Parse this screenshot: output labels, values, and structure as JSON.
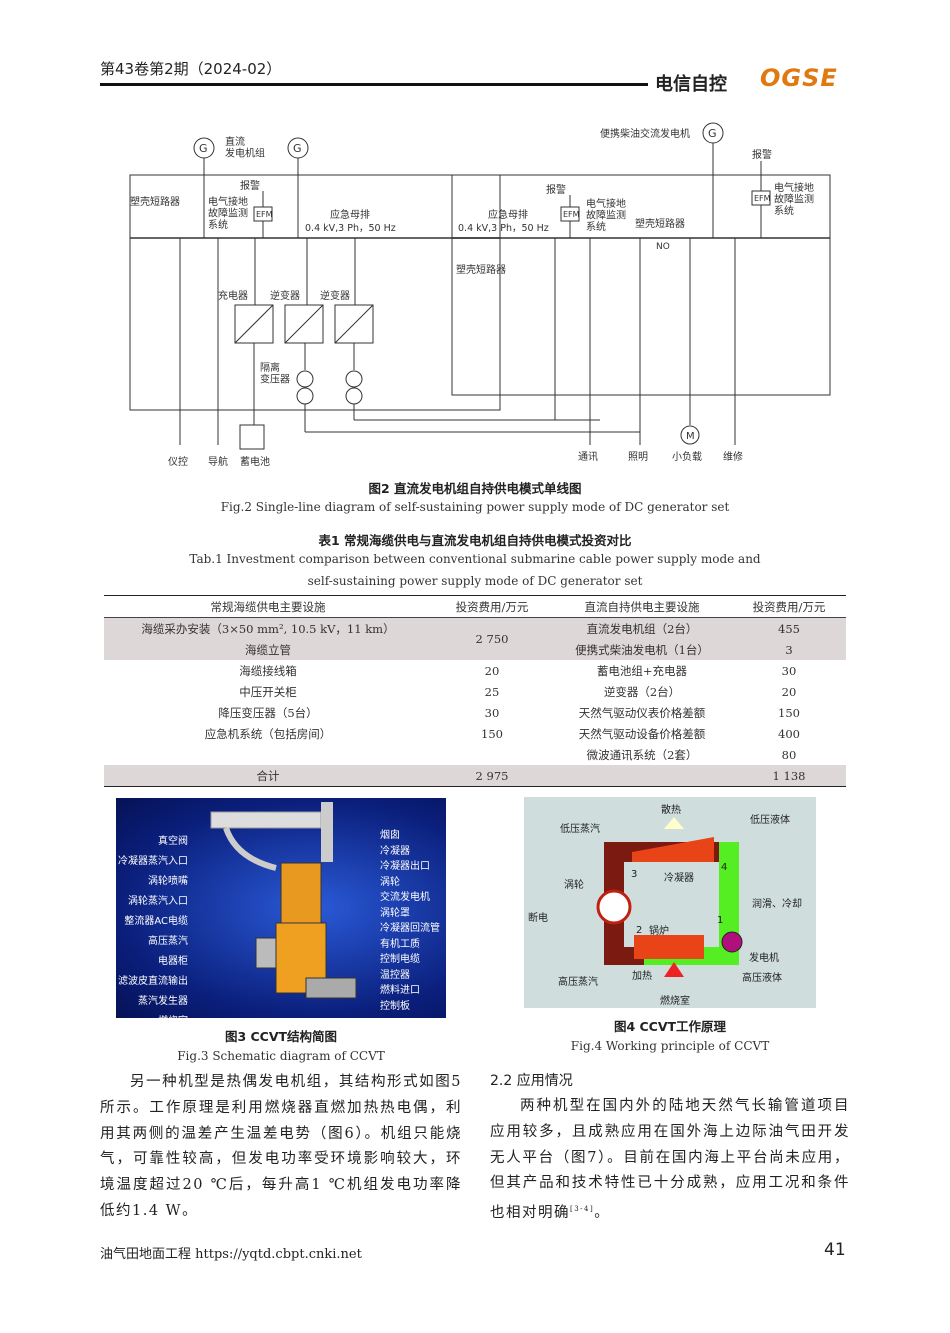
{
  "header": {
    "journal_issue": "第43卷第2期（2024-02）",
    "brand": "电信自控",
    "logo": "OGSE"
  },
  "figure2": {
    "caption_cn": "图2   直流发电机组自持供电模式单线图",
    "caption_en": "Fig.2  Single-line diagram of self-sustaining power supply mode of DC generator set",
    "labels": {
      "dc_gen": "直流\n发电机组",
      "breaker_left": "塑壳短路器",
      "efm_left": "电气接地\n故障监测\n系统",
      "alarm": "报警",
      "efm": "EFM",
      "emergency_bus": "应急母排",
      "bus_spec": "0.4 kV,3 Ph，50 Hz",
      "charger": "充电器",
      "inverter1": "逆变器",
      "inverter2": "逆变器",
      "isolation_tx": "隔离\n变压器",
      "load_instrument": "仪控",
      "load_nav": "导航",
      "load_battery": "蓄电池",
      "portable_gen": "便携柴油交流发电机",
      "breaker_right": "塑壳短路器",
      "breaker_mid": "塑壳短路器",
      "no": "NO",
      "load_comm": "通讯",
      "load_light": "照明",
      "load_small": "小负载",
      "load_maint": "维修",
      "motor": "M",
      "gen_symbol": "G"
    }
  },
  "table1": {
    "title_cn": "表1   常规海缆供电与直流发电机组自持供电模式投资对比",
    "title_en_1": "Tab.1  Investment comparison between conventional submarine cable power supply mode and",
    "title_en_2": "self-sustaining power supply mode of DC generator set",
    "headers": [
      "常规海缆供电主要设施",
      "投资费用/万元",
      "直流自持供电主要设施",
      "投资费用/万元"
    ],
    "rows": [
      [
        "海缆采办安装（3×50 mm², 10.5 kV，11 km）",
        "2 750",
        "直流发电机组（2台）",
        "455"
      ],
      [
        "海缆立管",
        "",
        "便携式柴油发电机（1台）",
        "3"
      ],
      [
        "海缆接线箱",
        "20",
        "蓄电池组+充电器",
        "30"
      ],
      [
        "中压开关柜",
        "25",
        "逆变器（2台）",
        "20"
      ],
      [
        "降压变压器（5台）",
        "30",
        "天然气驱动仪表价格差额",
        "150"
      ],
      [
        "应急机系统（包括房间）",
        "150",
        "天然气驱动设备价格差额",
        "400"
      ],
      [
        "",
        "",
        "微波通讯系统（2套）",
        "80"
      ],
      [
        "合计",
        "2 975",
        "",
        "1 138"
      ]
    ]
  },
  "figure3": {
    "caption_cn": "图3   CCVT结构简图",
    "caption_en": "Fig.3  Schematic diagram of CCVT",
    "left_labels": [
      "真空阀",
      "冷凝器蒸汽入口",
      "涡轮喷嘴",
      "涡轮蒸汽入口",
      "整流器AC电缆",
      "高压蒸汽",
      "电器柜",
      "滤波皮直流输出",
      "蒸汽发生器",
      "燃烧室"
    ],
    "right_labels": [
      "烟囱",
      "冷凝器",
      "冷凝器出口",
      "涡轮",
      "交流发电机",
      "涡轮罩",
      "冷凝器回流管",
      "有机工质",
      "控制电缆",
      "温控器",
      "燃料进口",
      "控制板"
    ]
  },
  "figure4": {
    "caption_cn": "图4   CCVT工作原理",
    "caption_en": "Fig.4  Working principle of CCVT",
    "labels": {
      "heat_out": "散热",
      "low_vapor": "低压蒸汽",
      "low_liquid": "低压液体",
      "turbine": "涡轮",
      "condenser": "冷凝器",
      "lube": "润滑、冷却",
      "power_off": "断电",
      "boiler": "锅炉",
      "generator": "发电机",
      "heating": "加热",
      "high_vapor": "高压蒸汽",
      "high_liquid": "高压液体",
      "combustion": "燃烧室",
      "n1": "1",
      "n2": "2",
      "n3": "3",
      "n4": "4"
    }
  },
  "left_text": "另一种机型是热偶发电机组，其结构形式如图5所示。工作原理是利用燃烧器直燃加热热电偶，利用其两侧的温差产生温差电势（图6）。机组只能烧气，可靠性较高，但发电功率受环境影响较大，环境温度超过20 ℃后，每升高1 ℃机组发电功率降低约1.4 W。",
  "section": {
    "title": "2.2   应用情况",
    "text": "两种机型在国内外的陆地天然气长输管道项目应用较多，且成熟应用在国外海上边际油气田开发无人平台（图7）。目前在国内海上平台尚未应用，但其产品和技术特性已十分成熟，应用工况和条件也相对明确",
    "ref": "[3-4]",
    "end": "。"
  },
  "footer": {
    "journal": "油气田地面工程 https://yqtd.cbpt.cnki.net",
    "page": "41"
  }
}
